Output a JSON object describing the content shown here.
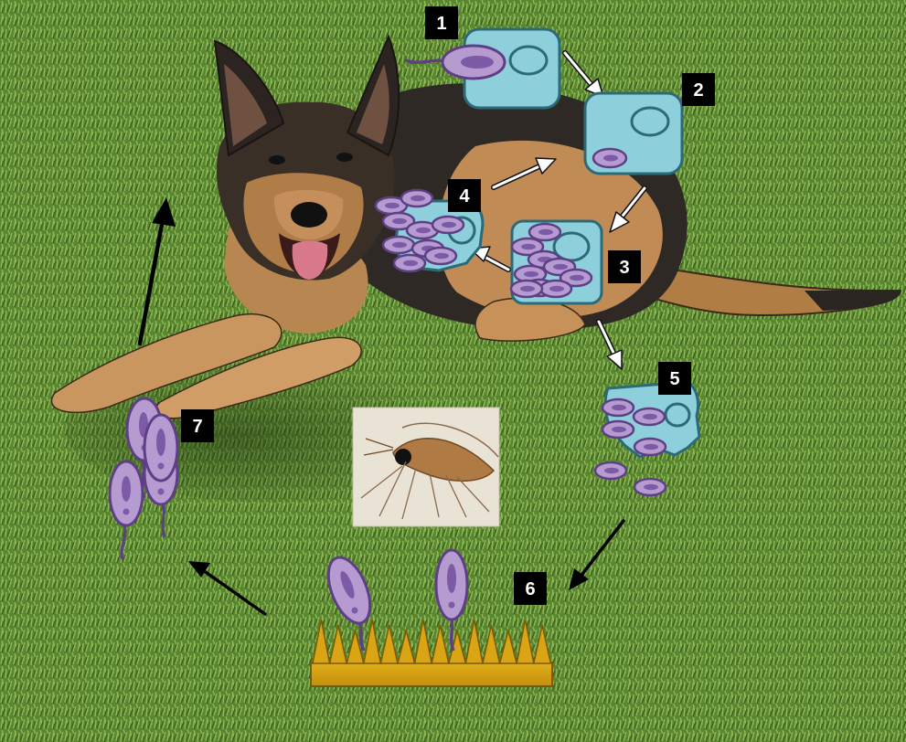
{
  "steps": [
    {
      "id": "1",
      "label": "1"
    },
    {
      "id": "2",
      "label": "2"
    },
    {
      "id": "3",
      "label": "3"
    },
    {
      "id": "4",
      "label": "4"
    },
    {
      "id": "5",
      "label": "5"
    },
    {
      "id": "6",
      "label": "6"
    },
    {
      "id": "7",
      "label": "7"
    }
  ],
  "colors": {
    "grass_dark": "#3f5e1f",
    "grass_mid": "#5f8a32",
    "grass_light": "#8db659",
    "host_cell": "#8ecfdc",
    "host_cell_stroke": "#2c6a78",
    "parasite": "#b69bd1",
    "parasite_stroke": "#5e3f86",
    "parasite_core": "#7c5aa6",
    "sandfly_gut": "#d9a514",
    "sandfly_gut_stroke": "#7a5a07",
    "badge_bg": "#000000",
    "badge_text": "#ffffff",
    "arrow_fill": "#ffffff",
    "arrow_stroke": "#111111",
    "dog_dark": "#2a2521",
    "dog_tan": "#b88650"
  },
  "icons": [
    "dog-photo",
    "sandfly-photo",
    "host-cell-icon",
    "promastigote-icon",
    "amastigote-icon",
    "gut-wall-icon"
  ]
}
